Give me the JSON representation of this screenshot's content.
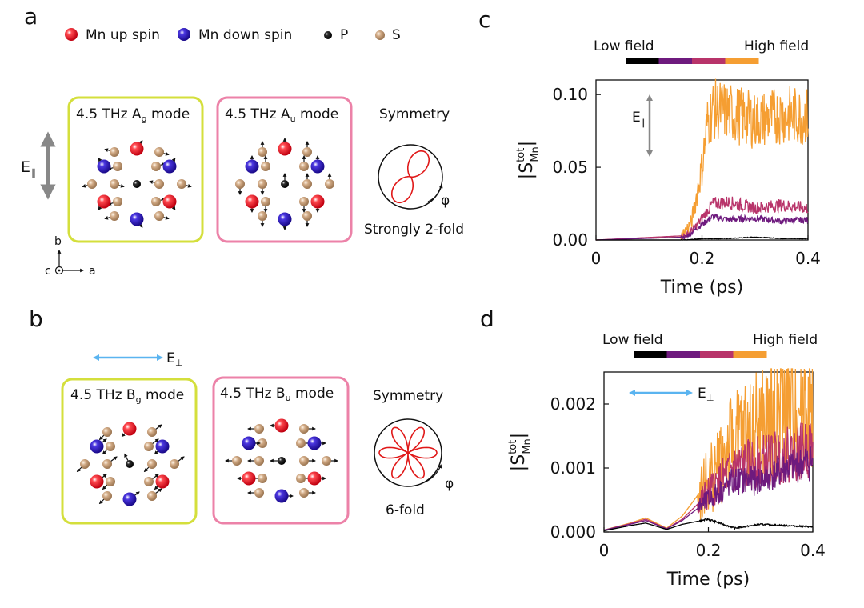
{
  "panels": {
    "a": "a",
    "b": "b",
    "c": "c",
    "d": "d"
  },
  "legend": {
    "up": "Mn up spin",
    "down": "Mn down spin",
    "p": "P",
    "s": "S"
  },
  "colors": {
    "up": "#e8101c",
    "down": "#2b16b8",
    "p": "#111111",
    "s": "#c9a27c",
    "yellow": "#d4df3c",
    "pink": "#ec82a8",
    "gray": "#888888",
    "blue": "#5ab4f0",
    "polar": "#e01818"
  },
  "modes": {
    "ag_main": "4.5 THz A",
    "ag_sub": "g",
    "ag_tail": " mode",
    "au_main": "4.5 THz A",
    "au_sub": "u",
    "au_tail": " mode",
    "bg_main": "4.5 THz B",
    "bg_sub": "g",
    "bg_tail": " mode",
    "bu_main": "4.5 THz B",
    "bu_sub": "u",
    "bu_tail": " mode"
  },
  "symmetry": {
    "title": "Symmetry",
    "top_caption": "Strongly 2-fold",
    "bottom_caption": "6-fold",
    "angle": "φ"
  },
  "field": {
    "par": "E",
    "par_sub": "∥",
    "perp": "E",
    "perp_sub": "⊥"
  },
  "axes_a": {
    "b": "b",
    "c": "c",
    "a": "a"
  },
  "colorbar": {
    "low": "Low field",
    "high": "High field",
    "colors": [
      "#000000",
      "#6e1a7e",
      "#b8346a",
      "#f59e32"
    ]
  },
  "chart_data": [
    {
      "type": "line",
      "xlabel": "Time (ps)",
      "ylabel_main": "|S",
      "ylabel_sup": "tot",
      "ylabel_sub": "Mn",
      "ylabel_end": "|",
      "xlim": [
        0,
        0.4
      ],
      "ylim": [
        0,
        0.11
      ],
      "xticks": [
        0,
        0.2,
        0.4
      ],
      "xtick_labels": [
        "0",
        "0.2",
        "0.4"
      ],
      "yticks": [
        0,
        0.05,
        0.1
      ],
      "ytick_labels": [
        "0.00",
        "0.05",
        "0.10"
      ],
      "series": [
        {
          "color": "#000000",
          "x": [
            0,
            0.17,
            0.2,
            0.25,
            0.3,
            0.35,
            0.4
          ],
          "y": [
            0,
            0,
            0.001,
            0.001,
            0.002,
            0.001,
            0.001
          ]
        },
        {
          "color": "#6e1a7e",
          "x": [
            0,
            0.17,
            0.19,
            0.22,
            0.25,
            0.3,
            0.35,
            0.4
          ],
          "y": [
            0,
            0.002,
            0.008,
            0.016,
            0.014,
            0.015,
            0.013,
            0.014
          ]
        },
        {
          "color": "#b8346a",
          "x": [
            0,
            0.17,
            0.19,
            0.22,
            0.25,
            0.3,
            0.35,
            0.4
          ],
          "y": [
            0,
            0.003,
            0.01,
            0.025,
            0.026,
            0.022,
            0.024,
            0.022
          ]
        },
        {
          "color": "#f59e32",
          "x": [
            0,
            0.16,
            0.18,
            0.2,
            0.21,
            0.22,
            0.25,
            0.3,
            0.35,
            0.4
          ],
          "y": [
            0,
            0.002,
            0.012,
            0.05,
            0.08,
            0.09,
            0.088,
            0.082,
            0.086,
            0.085
          ]
        }
      ]
    },
    {
      "type": "line",
      "xlabel": "Time (ps)",
      "ylabel_main": "|S",
      "ylabel_sup": "tot",
      "ylabel_sub": "Mn",
      "ylabel_end": "|",
      "xlim": [
        0,
        0.4
      ],
      "ylim": [
        0,
        0.0025
      ],
      "xticks": [
        0,
        0.2,
        0.4
      ],
      "xtick_labels": [
        "0",
        "0.2",
        "0.4"
      ],
      "yticks": [
        0,
        0.001,
        0.002
      ],
      "ytick_labels": [
        "0.000",
        "0.001",
        "0.002"
      ],
      "series": [
        {
          "color": "#000000",
          "x": [
            0,
            0.05,
            0.08,
            0.12,
            0.15,
            0.2,
            0.25,
            0.3,
            0.35,
            0.4
          ],
          "y": [
            2e-05,
            0.0001,
            0.00014,
            4e-05,
            0.00012,
            0.0002,
            6e-05,
            0.00012,
            0.0001,
            8e-05
          ]
        },
        {
          "color": "#6e1a7e",
          "x": [
            0,
            0.05,
            0.08,
            0.12,
            0.15,
            0.2,
            0.25,
            0.3,
            0.35,
            0.4
          ],
          "y": [
            3e-05,
            0.00012,
            0.00018,
            5e-05,
            0.00018,
            0.0005,
            0.0008,
            0.0008,
            0.001,
            0.0011
          ]
        },
        {
          "color": "#b8346a",
          "x": [
            0,
            0.05,
            0.08,
            0.12,
            0.15,
            0.2,
            0.25,
            0.3,
            0.35,
            0.4
          ],
          "y": [
            3e-05,
            0.00013,
            0.0002,
            5e-05,
            0.0002,
            0.0006,
            0.001,
            0.0011,
            0.0012,
            0.0013
          ]
        },
        {
          "color": "#f59e32",
          "x": [
            0,
            0.05,
            0.08,
            0.12,
            0.15,
            0.2,
            0.25,
            0.3,
            0.35,
            0.4
          ],
          "y": [
            3e-05,
            0.00014,
            0.00022,
            6e-05,
            0.00025,
            0.0008,
            0.0014,
            0.0016,
            0.0019,
            0.0021
          ]
        }
      ]
    }
  ]
}
